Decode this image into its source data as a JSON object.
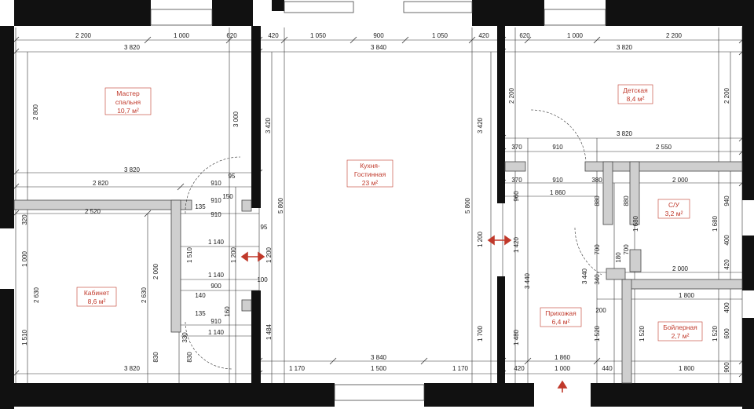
{
  "rooms": {
    "master": {
      "name1": "Мастер",
      "name2": "спальня",
      "area": "10,7 м²"
    },
    "kids": {
      "name": "Детская",
      "area": "8,4 м²"
    },
    "kitchen": {
      "name1": "Кухня-",
      "name2": "Гостинная",
      "area": "23 м²"
    },
    "bath": {
      "name": "С/У",
      "area": "3,2 м²"
    },
    "office": {
      "name": "Кабинет",
      "area": "8,6 м²"
    },
    "hall": {
      "name": "Прихожая",
      "area": "6,4 м²"
    },
    "boiler": {
      "name": "Бойлерная",
      "area": "2,7 м²"
    }
  },
  "dims": {
    "top_2200_l": "2 200",
    "top_1000_l": "1 000",
    "top_620_l": "620",
    "top_420_l": "420",
    "top_1050_l": "1 050",
    "top_900": "900",
    "top_1050_r": "1 050",
    "top_420_r": "420",
    "top_620_r": "620",
    "top_1000_r": "1 000",
    "top_2200_r": "2 200",
    "row2_3820_l": "3 820",
    "row2_3840": "3 840",
    "row2_3820_r": "3 820",
    "kids_3820": "3 820",
    "r_370_a": "370",
    "r_910_a": "910",
    "r_2550": "2 550",
    "r_370_b": "370",
    "r_910_b": "910",
    "r_380": "380",
    "r_2000_a": "2 000",
    "r_1860_a": "1 860",
    "l_3820_mid": "3 820",
    "l_95_a": "95",
    "l_910_a": "910",
    "l_2820": "2 820",
    "l_150": "150",
    "l_910_b": "910",
    "l_2520": "2 520",
    "l_135_a": "135",
    "l_910_c": "910",
    "l_95_b": "95",
    "l_1140_a": "1 140",
    "l_1140_b": "1 140",
    "l_100": "100",
    "l_900": "900",
    "l_140": "140",
    "l_135_b": "135",
    "l_910_d": "910",
    "l_1140_c": "1 140",
    "l_3820_bot": "3 820",
    "bot_1170_l": "1 170",
    "bot_1500": "1 500",
    "bot_1170_r": "1 170",
    "bot_3840": "3 840",
    "bot_420": "420",
    "bot_1000": "1 000",
    "bot_440": "440",
    "bot_1800": "1 800",
    "bot_1860": "1 860",
    "r_2000_b": "2 000",
    "r_1800": "1 800",
    "r_200": "200",
    "v_2800": "2 800",
    "v_3000": "3 000",
    "v_3420_l": "3 420",
    "v_5800_l": "5 800",
    "v_5800_r": "5 800",
    "v_3420_r": "3 420",
    "v_2200_l": "2 200",
    "v_2200_r": "2 200",
    "v_320": "320",
    "v_1000": "1 000",
    "v_2630_a": "2 630",
    "v_1510_a": "1 510",
    "v_2000": "2 000",
    "v_2630_b": "2 630",
    "v_1510_b": "1 510",
    "v_1200_l": "1 200",
    "v_1200_m": "1 200",
    "v_1484": "1 484",
    "v_830_a": "830",
    "v_830_b": "830",
    "v_330": "330",
    "v_160": "160",
    "v_1200_r": "1 200",
    "v_1420": "1 420",
    "v_1700": "1 700",
    "v_960": "960",
    "v_3440_a": "3 440",
    "v_1480": "1 480",
    "v_880_a": "880",
    "v_880_b": "880",
    "v_1680_a": "1 680",
    "v_700_a": "700",
    "v_700_b": "700",
    "v_3440_b": "3 440",
    "v_1520_a": "1 520",
    "v_1520_b": "1 520",
    "v_940": "940",
    "v_1680_b": "1 680",
    "v_400_a": "400",
    "v_420": "420",
    "v_180": "180",
    "v_340": "340",
    "v_1520_c": "1 520",
    "v_600": "600",
    "v_400_b": "400",
    "v_900": "900"
  },
  "colors": {
    "accent": "#c0392b",
    "wall": "#111111",
    "partition": "#cfcfcf"
  }
}
